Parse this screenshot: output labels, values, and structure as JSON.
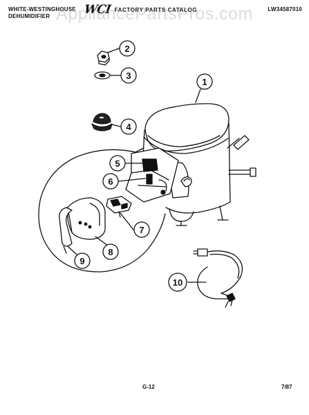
{
  "header": {
    "brand": "WHITE-WESTINGHOUSE",
    "product": "DEHUMIDIFIER",
    "logo": "WCI",
    "catalog_title": "FACTORY PARTS CATALOG",
    "model": "LW34587010"
  },
  "watermark": "AppliancePartsPros.com",
  "callouts": [
    "1",
    "2",
    "3",
    "4",
    "5",
    "6",
    "7",
    "8",
    "9",
    "10"
  ],
  "footer": {
    "page": "G-12",
    "date": "7/87"
  }
}
